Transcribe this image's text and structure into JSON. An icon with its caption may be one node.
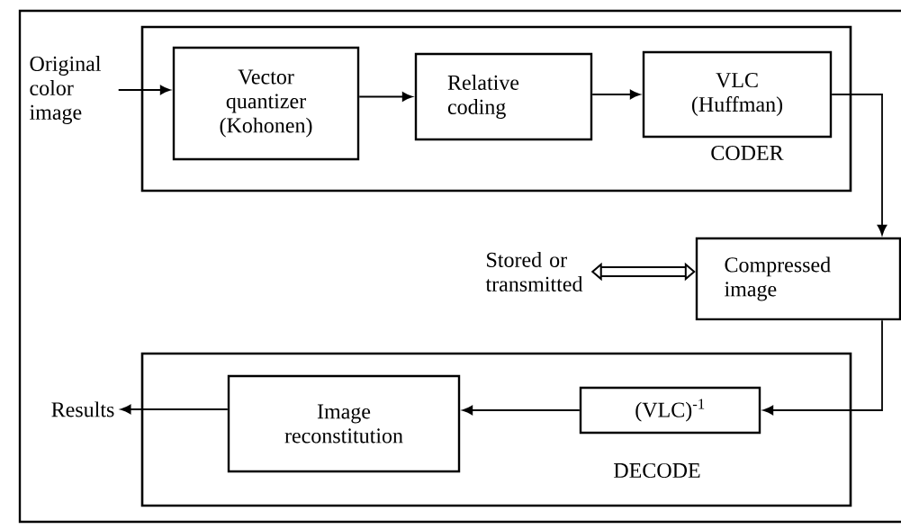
{
  "diagram": {
    "nodes": [
      {
        "text": [
          "CODER"
        ]
      },
      {
        "text": [
          "Original color image"
        ]
      },
      {
        "text": [
          "Vector quantizer (Kohonen)"
        ],
        "in": 0
      },
      {
        "text": [
          "Relative coding"
        ],
        "in": 0
      },
      {
        "text": [
          "VLC (Huffman)"
        ],
        "in": 0
      },
      {
        "text": [
          "Stored or transmitted"
        ]
      },
      {
        "text": [
          "Compressed image"
        ]
      },
      {
        "text": [
          "DECODE"
        ]
      },
      {
        "text": [
          "Results"
        ]
      },
      {
        "text": [
          "Image reconstitution"
        ],
        "in": 7
      },
      {
        "text": [
          "(VLC)$^{-1}$"
        ],
        "in": 7
      }
    ],
    "edges": [
      {
        "from": 1,
        "to": 2,
        "arrow": "to"
      },
      {
        "from": 2,
        "to": 3,
        "arrow": "to"
      },
      {
        "from": 3,
        "to": 4,
        "arrow": "to"
      },
      {
        "from": 4,
        "to": 6,
        "arrow": "to"
      },
      {
        "from": 5,
        "to": 6,
        "arrow": "both",
        "style": "thick"
      },
      {
        "from": 6,
        "to": 10,
        "arrow": "to"
      },
      {
        "from": 10,
        "to": 9,
        "arrow": "to"
      },
      {
        "from": 9,
        "to": 8,
        "arrow": "to"
      }
    ]
  }
}
